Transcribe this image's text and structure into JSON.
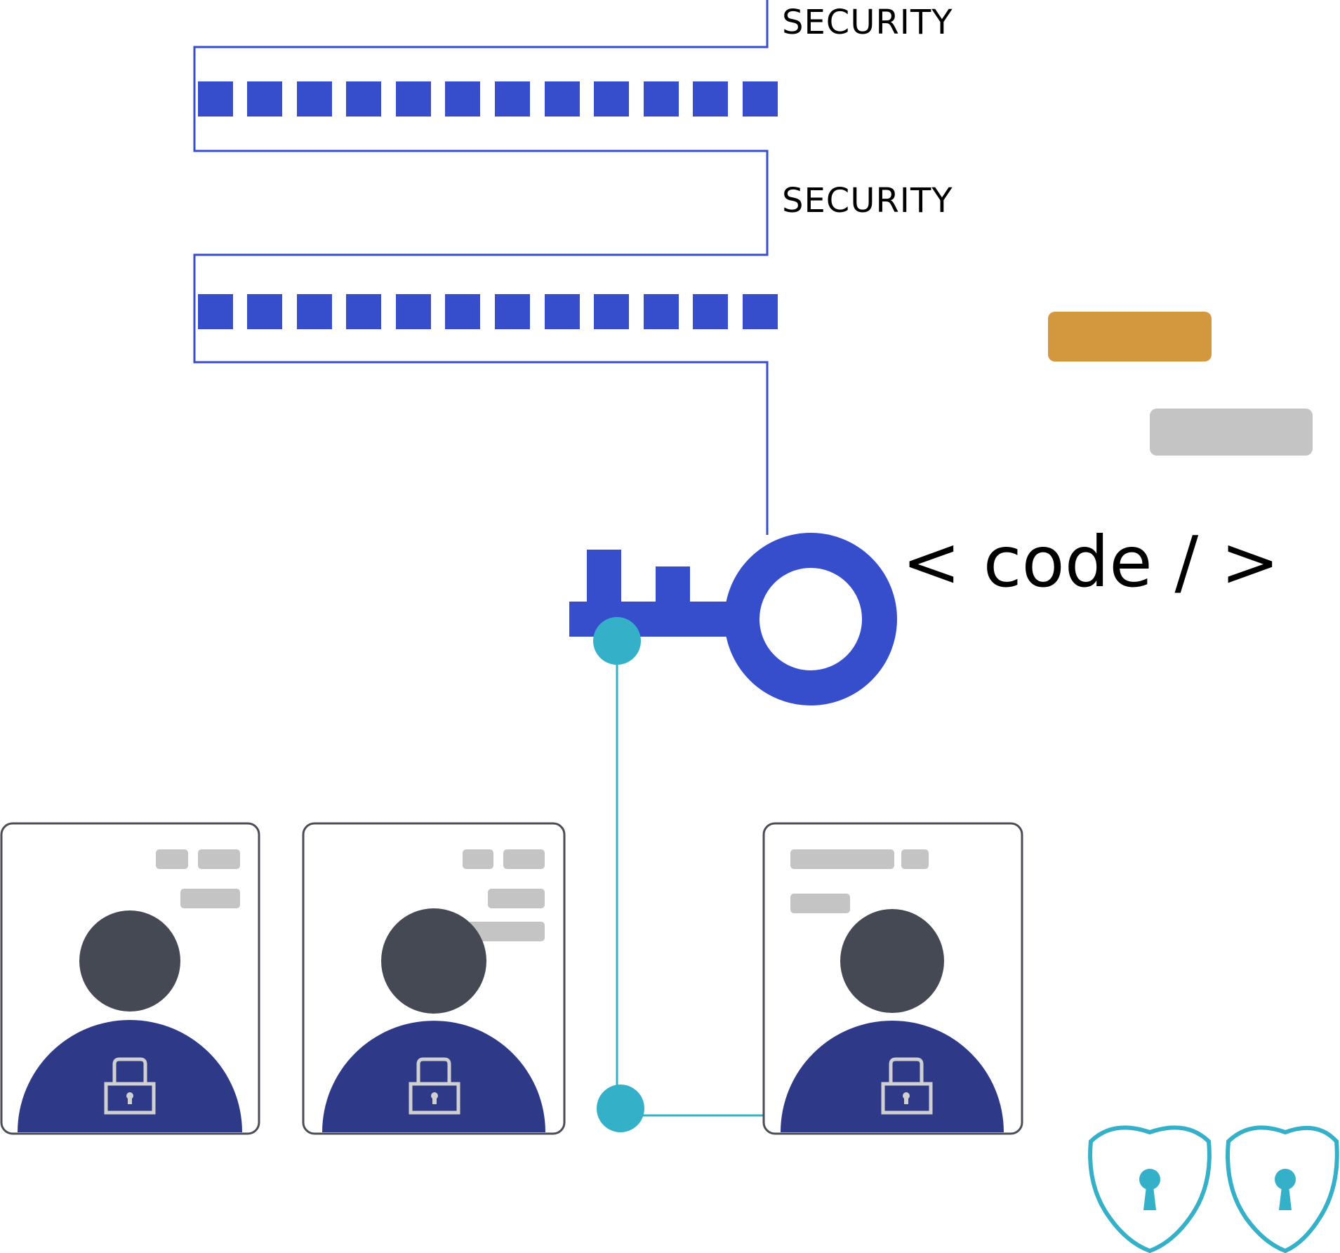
{
  "diagram": {
    "labels": {
      "security_top": "SECURITY",
      "security_middle": "SECURITY",
      "code": "< code / >"
    },
    "password_bars": [
      {
        "masked_segments": 12
      },
      {
        "masked_segments": 12
      }
    ],
    "profile_cards": [
      {
        "icon": "user-icon",
        "badge": "lock-icon"
      },
      {
        "icon": "user-icon",
        "badge": "lock-icon"
      },
      {
        "icon": "user-icon",
        "badge": "lock-icon"
      }
    ],
    "shields": [
      {
        "icon": "shield-keyhole-icon"
      },
      {
        "icon": "shield-keyhole-icon"
      }
    ],
    "colors": {
      "primary_blue": "#374ecc",
      "dark_navy": "#2e3a87",
      "teal": "#35b0c9",
      "amber": "#d3973e",
      "light_gray": "#c4c4c4",
      "dark_gray": "#454953",
      "card_border": "#4a4d55",
      "text": "#000000"
    }
  }
}
